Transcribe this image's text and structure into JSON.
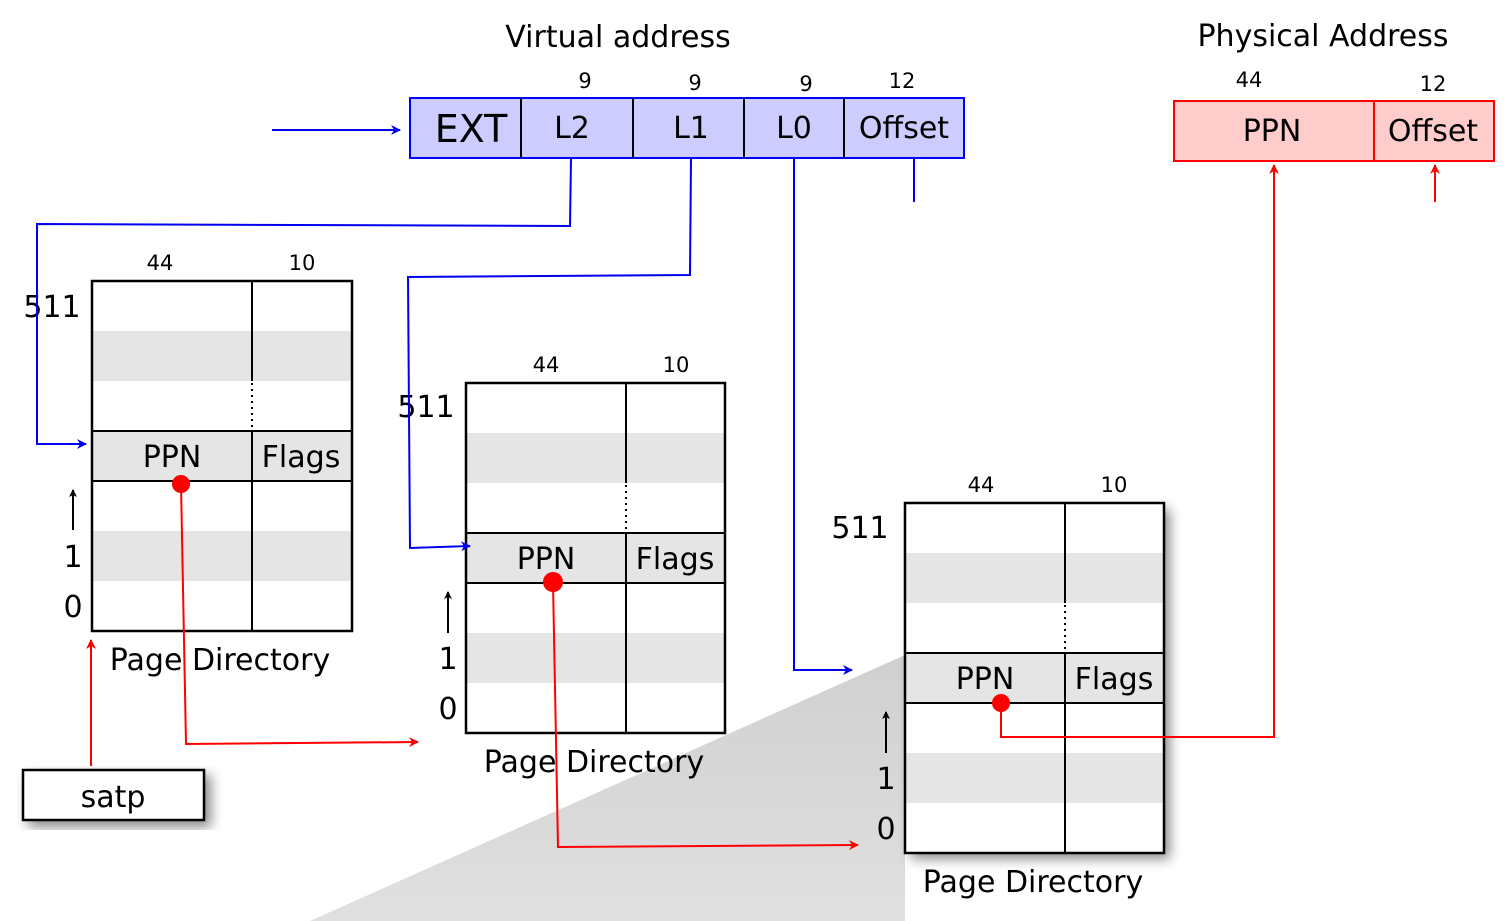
{
  "virtual_address": {
    "title": "Virtual address",
    "fields": [
      {
        "label": "EXT",
        "bits": ""
      },
      {
        "label": "L2",
        "bits": "9"
      },
      {
        "label": "L1",
        "bits": "9"
      },
      {
        "label": "L0",
        "bits": "9"
      },
      {
        "label": "Offset",
        "bits": "12"
      }
    ]
  },
  "physical_address": {
    "title": "Physical Address",
    "fields": [
      {
        "label": "PPN",
        "bits": "44"
      },
      {
        "label": "Offset",
        "bits": "12"
      }
    ]
  },
  "page_directories": [
    {
      "col1_bits": "44",
      "col2_bits": "10",
      "top_index": "511",
      "index_one": "1",
      "index_zero": "0",
      "entry_ppn": "PPN",
      "entry_flags": "Flags",
      "caption": "Page Directory"
    },
    {
      "col1_bits": "44",
      "col2_bits": "10",
      "top_index": "511",
      "index_one": "1",
      "index_zero": "0",
      "entry_ppn": "PPN",
      "entry_flags": "Flags",
      "caption": "Page Directory"
    },
    {
      "col1_bits": "44",
      "col2_bits": "10",
      "top_index": "511",
      "index_one": "1",
      "index_zero": "0",
      "entry_ppn": "PPN",
      "entry_flags": "Flags",
      "caption": "Page Directory"
    }
  ],
  "satp": {
    "label": "satp"
  },
  "colors": {
    "va_fill": "#ccccff",
    "va_stroke": "#0000ff",
    "pa_fill": "#ffcccc",
    "pa_stroke": "#ff0000",
    "row_shade": "#e5e5e5",
    "blue_arrow": "#0000ee",
    "red_arrow": "#ff0000"
  }
}
